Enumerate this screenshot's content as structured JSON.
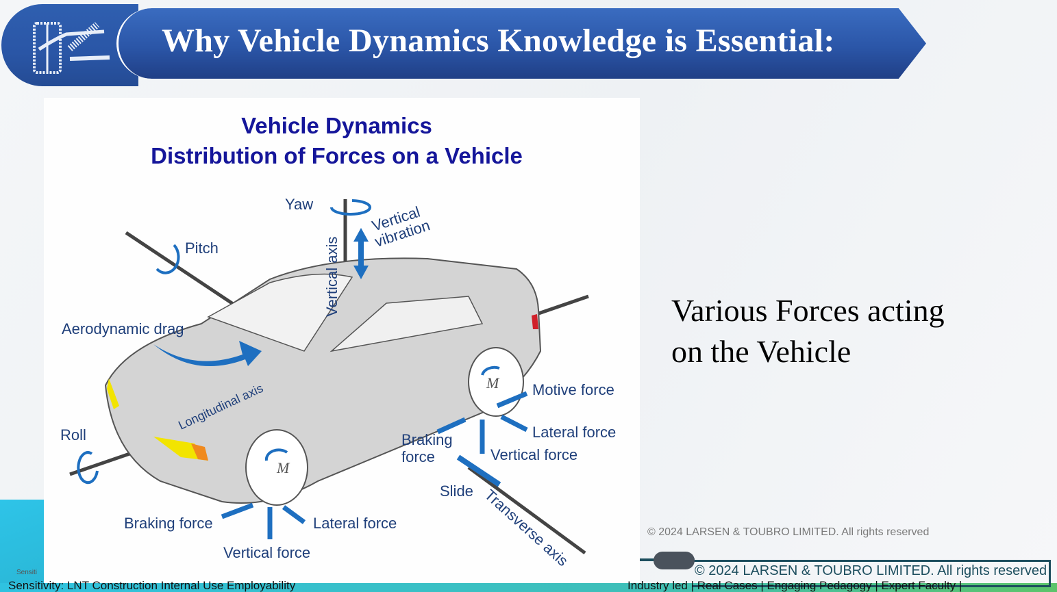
{
  "header": {
    "title": "Why Vehicle Dynamics Knowledge is Essential:",
    "logo_icon": "suspension-wheel-icon"
  },
  "diagram": {
    "title_line1": "Vehicle Dynamics",
    "title_line2": "Distribution of Forces on a Vehicle",
    "labels": {
      "yaw": "Yaw",
      "vertical_vibration_1": "Vertical",
      "vertical_vibration_2": "vibration",
      "pitch": "Pitch",
      "vertical_axis": "Vertical axis",
      "aerodynamic_drag": "Aerodynamic drag",
      "longitudinal_axis": "Longitudinal axis",
      "roll": "Roll",
      "motive_force": "Motive force",
      "lateral_force_rear": "Lateral force",
      "braking_force_rear_1": "Braking",
      "braking_force_rear_2": "force",
      "vertical_force_rear": "Vertical force",
      "slide": "Slide",
      "transverse_axis": "Transverse axis",
      "braking_force_front": "Braking force",
      "lateral_force_front": "Lateral force",
      "vertical_force_front": "Vertical force",
      "moment": "M"
    }
  },
  "caption": {
    "line1": "Various Forces acting",
    "line2": "on the Vehicle"
  },
  "watermark": "© 2024 LARSEN & TOUBRO LIMITED. All rights reserved",
  "footer": {
    "copyright": "© 2024 LARSEN & TOUBRO LIMITED. All rights reserved",
    "tagline": "Industry led | Real Cases | Engaging Pedagogy | Expert Faculty |",
    "sensitivity": "Sensitivity: LNT Construction Internal Use Employability",
    "sensitivity_small": "Sensiti"
  },
  "colors": {
    "banner": "#2b56a8",
    "diagram_title": "#15169a",
    "arrow": "#1e6fc0"
  }
}
